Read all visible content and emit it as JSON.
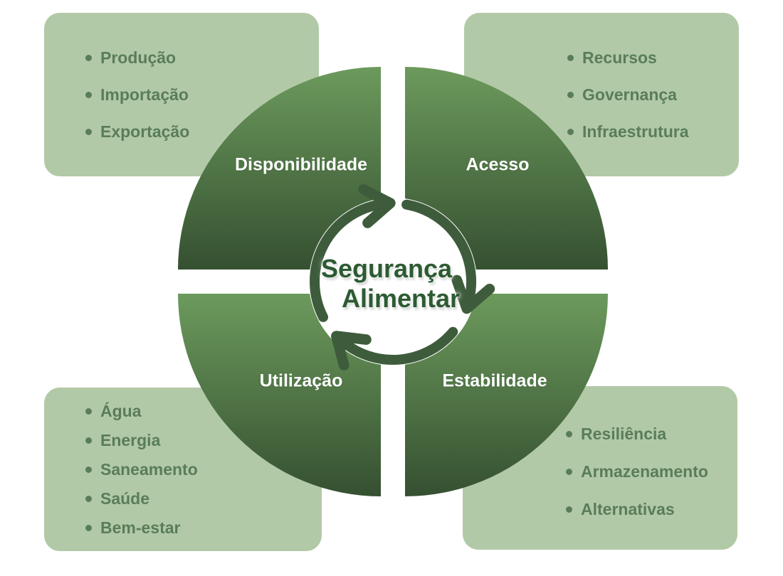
{
  "diagram": {
    "center": {
      "title_line1": "Segurança",
      "title_line2": "Alimentar",
      "cycle_icon": "clockwise-cycle-arrows"
    },
    "quadrants": {
      "disponibilidade": {
        "label": "Disponibilidade",
        "items": [
          "Produção",
          "Importação",
          "Exportação"
        ]
      },
      "acesso": {
        "label": "Acesso",
        "items": [
          "Recursos",
          "Governança",
          "Infraestrutura"
        ]
      },
      "utilizacao": {
        "label": "Utilização",
        "items": [
          "Água",
          "Energia",
          "Saneamento",
          "Saúde",
          "Bem-estar"
        ]
      },
      "estabilidade": {
        "label": "Estabilidade",
        "items": [
          "Resiliência",
          "Armazenamento",
          "Alternativas"
        ]
      }
    },
    "colors": {
      "background": "#ffffff",
      "info_box_bg": "#b2c9a7",
      "info_box_text": "#597d58",
      "quadrant_gradient_top": "#6c9a5c",
      "quadrant_gradient_bottom": "#355031",
      "quadrant_label_text": "#ffffff",
      "center_title_text": "#2d5a32",
      "cycle_arrow": "#3e5c3c",
      "center_disc": "#ffffff"
    }
  }
}
